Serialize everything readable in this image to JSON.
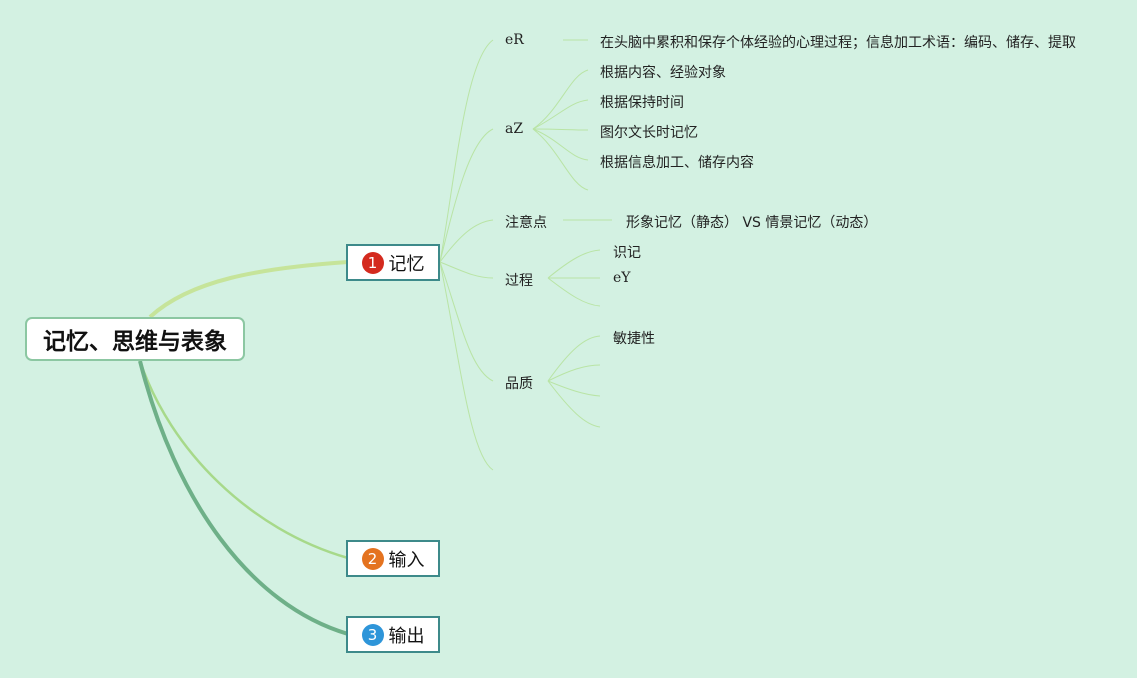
{
  "root": {
    "label": "记忆、思维与表象"
  },
  "main_topics": [
    {
      "number": "1",
      "label": "记忆",
      "badge_color": "#d42a1e"
    },
    {
      "number": "2",
      "label": "输入",
      "badge_color": "#e4731f"
    },
    {
      "number": "3",
      "label": "输出",
      "badge_color": "#2e95d9"
    }
  ],
  "memory": {
    "definition": {
      "label": "eR",
      "detail": "在头脑中累积和保存个体经验的心理过程；信息加工术语：编码、储存、提取"
    },
    "classification": {
      "label": "aZ",
      "children": [
        "根据内容、经验对象",
        "根据保持时间",
        "图尔文长时记忆",
        "根据信息加工、储存内容"
      ]
    },
    "note": {
      "label": "注意点",
      "detail": "形象记忆（静态） VS 情景记忆（动态）"
    },
    "process": {
      "label": "过程",
      "children": [
        "识记",
        "eY"
      ]
    },
    "quality": {
      "label": "品质",
      "children": [
        "敏捷性"
      ]
    }
  },
  "colors": {
    "background": "#d3f1e2",
    "branch_light": "#b9e29a",
    "branch_mid": "#93d17c",
    "branch_dark": "#6eb088",
    "node_border": "#3d8a8a"
  }
}
